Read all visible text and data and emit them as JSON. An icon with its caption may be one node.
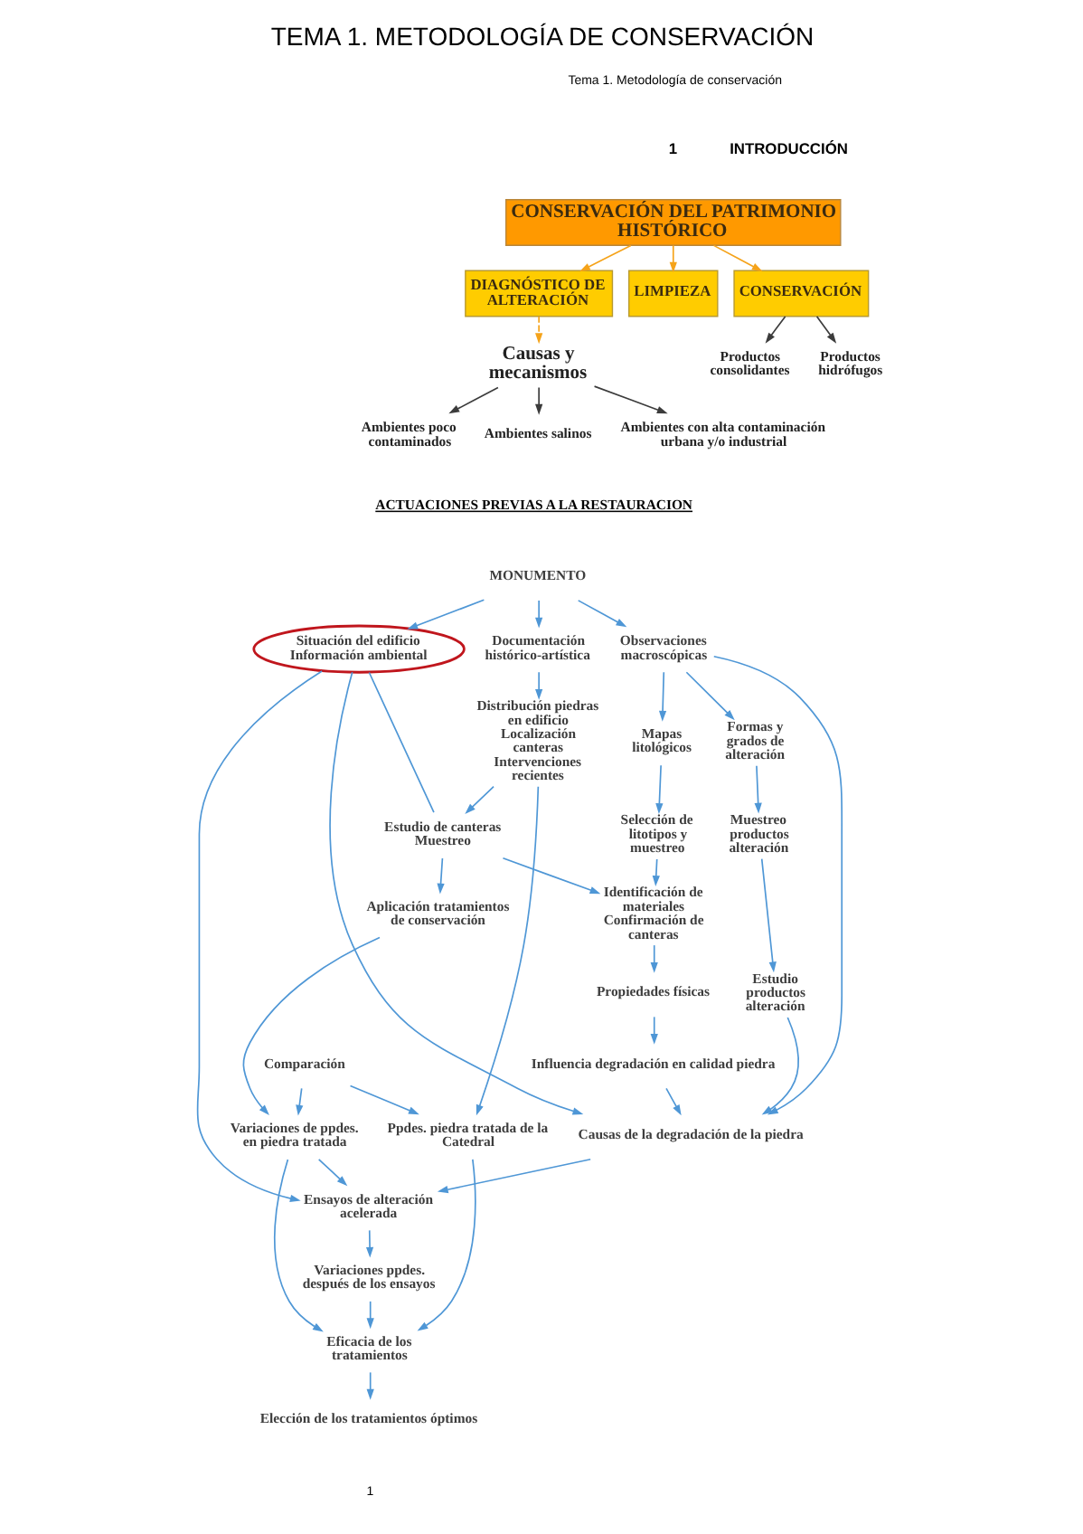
{
  "diagram": {
    "title": "TEMA 1. METODOLOGÍA DE CONSERVACIÓN",
    "nodes": [
      {
        "text": [
          "CONSERVACIÓN DEL PATRIMONIO HISTÓRICO"
        ]
      },
      {
        "text": [
          "DIAGNÓSTICO DE ALTERACIÓN"
        ]
      },
      {
        "text": [
          "LIMPIEZA"
        ]
      },
      {
        "text": [
          "CONSERVACIÓN"
        ]
      },
      {
        "text": [
          "Causas y mecanismos"
        ]
      },
      {
        "text": [
          "Productos consolidantes"
        ]
      },
      {
        "text": [
          "Productos hidrófugos"
        ]
      },
      {
        "text": [
          "Ambientes poco contaminados"
        ]
      },
      {
        "text": [
          "Ambientes salinos"
        ]
      },
      {
        "text": [
          "Ambientes con alta contaminación urbana y/o industrial"
        ]
      },
      {
        "text": [
          "MONUMENTO"
        ]
      },
      {
        "text": [
          "Situación del edificio",
          "Información ambiental"
        ]
      },
      {
        "text": [
          "Documentación histórico-artística"
        ]
      },
      {
        "text": [
          "Observaciones macroscópicas"
        ]
      },
      {
        "text": [
          "Distribución piedras en edificio",
          "Localización canteras",
          "Intervenciones recientes"
        ]
      },
      {
        "text": [
          "Mapas litológicos"
        ]
      },
      {
        "text": [
          "Formas y grados de alteración"
        ]
      },
      {
        "text": [
          "Estudio de canteras",
          "Muestreo"
        ]
      },
      {
        "text": [
          "Selección de litotipos y muestreo"
        ]
      },
      {
        "text": [
          "Muestreo productos alteración"
        ]
      },
      {
        "text": [
          "Identificación de materiales",
          "Confirmación de canteras"
        ]
      },
      {
        "text": [
          "Estudio productos alteración"
        ]
      },
      {
        "text": [
          "Propiedades físicas"
        ]
      },
      {
        "text": [
          "Influencia degradación en calidad piedra"
        ]
      },
      {
        "text": [
          "Causas de la degradación de la piedra"
        ]
      },
      {
        "text": [
          "Aplicación tratamientos de conservación"
        ]
      },
      {
        "text": [
          "Variaciones de ppdes. en piedra tratada"
        ]
      },
      {
        "text": [
          "Comparación"
        ]
      },
      {
        "text": [
          "Ppdes. piedra tratada de la Catedral"
        ]
      },
      {
        "text": [
          "Ensayos de alteración acelerada"
        ]
      },
      {
        "text": [
          "Variaciones ppdes. después de los ensayos"
        ]
      },
      {
        "text": [
          "Eficacia de los tratamientos"
        ]
      },
      {
        "text": [
          "Elección de los tratamientos óptimos"
        ]
      }
    ],
    "edges": [
      {
        "from": 0,
        "to": 1,
        "arrow": "to",
        "color": "#f5a31a"
      },
      {
        "from": 0,
        "to": 2,
        "arrow": "to",
        "color": "#f5a31a"
      },
      {
        "from": 0,
        "to": 3,
        "arrow": "to",
        "color": "#f5a31a"
      },
      {
        "from": 1,
        "to": 4,
        "arrow": "to",
        "style": "dashed",
        "color": "#f5a31a"
      },
      {
        "from": 3,
        "to": 5,
        "arrow": "to",
        "color": "#3c3c3c"
      },
      {
        "from": 3,
        "to": 6,
        "arrow": "to",
        "color": "#3c3c3c"
      },
      {
        "from": 4,
        "to": 7,
        "arrow": "to",
        "color": "#3c3c3c"
      },
      {
        "from": 4,
        "to": 9,
        "arrow": "to",
        "color": "#3c3c3c"
      },
      {
        "from": 4,
        "to": 8,
        "arrow": "to",
        "color": "#3c3c3c"
      },
      {
        "from": 10,
        "to": 11,
        "arrow": "to"
      },
      {
        "from": 10,
        "to": 12,
        "arrow": "to"
      },
      {
        "from": 10,
        "to": 13,
        "arrow": "to"
      },
      {
        "from": 12,
        "to": 14,
        "arrow": "to"
      },
      {
        "from": 11,
        "to": 17,
        "arrow": "none"
      },
      {
        "from": 11,
        "to": 24,
        "arrow": "to"
      },
      {
        "from": 11,
        "to": 29,
        "arrow": "to"
      },
      {
        "from": 14,
        "to": 17,
        "arrow": "to"
      },
      {
        "from": 14,
        "to": 28,
        "arrow": "to"
      },
      {
        "from": 13,
        "to": 15,
        "arrow": "to"
      },
      {
        "from": 13,
        "to": 16,
        "arrow": "to"
      },
      {
        "from": 13,
        "to": 24,
        "arrow": "to"
      },
      {
        "from": 15,
        "to": 18,
        "arrow": "to"
      },
      {
        "from": 16,
        "to": 19,
        "arrow": "to"
      },
      {
        "from": 19,
        "to": 21,
        "arrow": "to"
      },
      {
        "from": 21,
        "to": 24,
        "arrow": "to"
      },
      {
        "from": 17,
        "to": 20,
        "arrow": "to"
      },
      {
        "from": 18,
        "to": 20,
        "arrow": "to"
      },
      {
        "from": 17,
        "to": 25,
        "arrow": "to"
      },
      {
        "from": 20,
        "to": 22,
        "arrow": "to"
      },
      {
        "from": 22,
        "to": 23,
        "arrow": "to"
      },
      {
        "from": 23,
        "to": 24,
        "arrow": "to"
      },
      {
        "from": 24,
        "to": 29,
        "arrow": "to"
      },
      {
        "from": 25,
        "to": 26,
        "arrow": "to"
      },
      {
        "from": 27,
        "to": 26,
        "arrow": "to"
      },
      {
        "from": 27,
        "to": 28,
        "arrow": "to"
      },
      {
        "from": 26,
        "to": 29,
        "arrow": "to"
      },
      {
        "from": 26,
        "to": 31,
        "arrow": "to"
      },
      {
        "from": 28,
        "to": 31,
        "arrow": "to"
      },
      {
        "from": 29,
        "to": 30,
        "arrow": "to"
      },
      {
        "from": 30,
        "to": 31,
        "arrow": "to"
      },
      {
        "from": 31,
        "to": 32,
        "arrow": "to"
      }
    ],
    "labels": [
      "Tema 1. Metodología de conservación",
      "1",
      "INTRODUCCIÓN",
      "ACTUACIONES PREVIAS A LA RESTAURACION",
      "1"
    ]
  }
}
